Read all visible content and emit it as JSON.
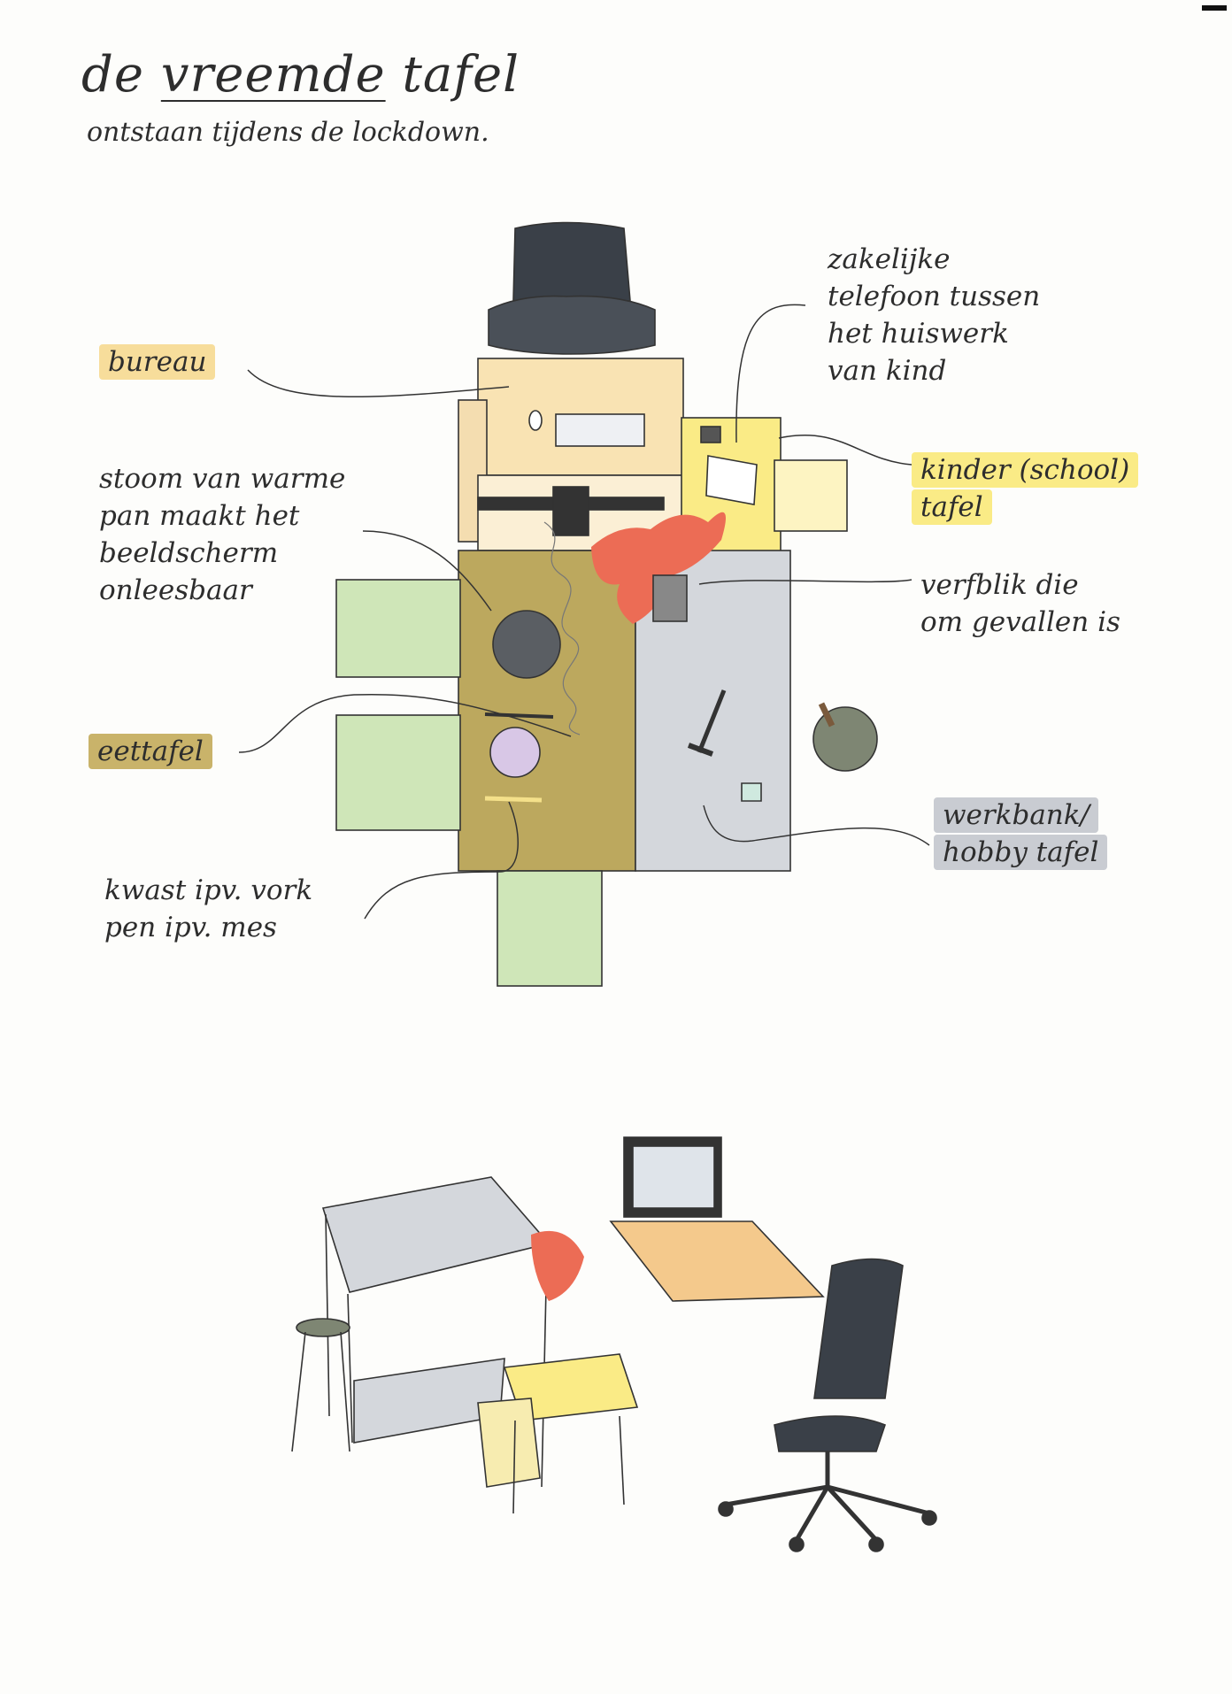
{
  "title": {
    "pre": "de",
    "underlined": "vreemde",
    "post": "tafel"
  },
  "subtitle": "ontstaan tijdens de lockdown.",
  "labels": {
    "bureau": "bureau",
    "stoom": [
      "stoom van warme",
      "pan maakt het",
      "beeldscherm",
      "onleesbaar"
    ],
    "eettafel": "eettafel",
    "kwast": [
      "kwast ipv. vork",
      "pen ipv. mes"
    ],
    "zakelijke": [
      "zakelijke",
      "telefoon tussen",
      "het huiswerk",
      "van kind"
    ],
    "kindertafel": [
      "kinder (school)",
      "tafel"
    ],
    "verfblik": [
      "verfblik die",
      "om gevallen is"
    ],
    "werkbank": [
      "werkbank/",
      "hobby tafel"
    ]
  },
  "colors": {
    "bureau": "#f7dd9b",
    "kindertafel": "#faeb86",
    "eettafel": "#b9a35b",
    "werkbank": "#c9ccd2",
    "paint": "#ec6c55",
    "chair": "#3a4048",
    "dining_chairs": "#cfe6b8"
  }
}
